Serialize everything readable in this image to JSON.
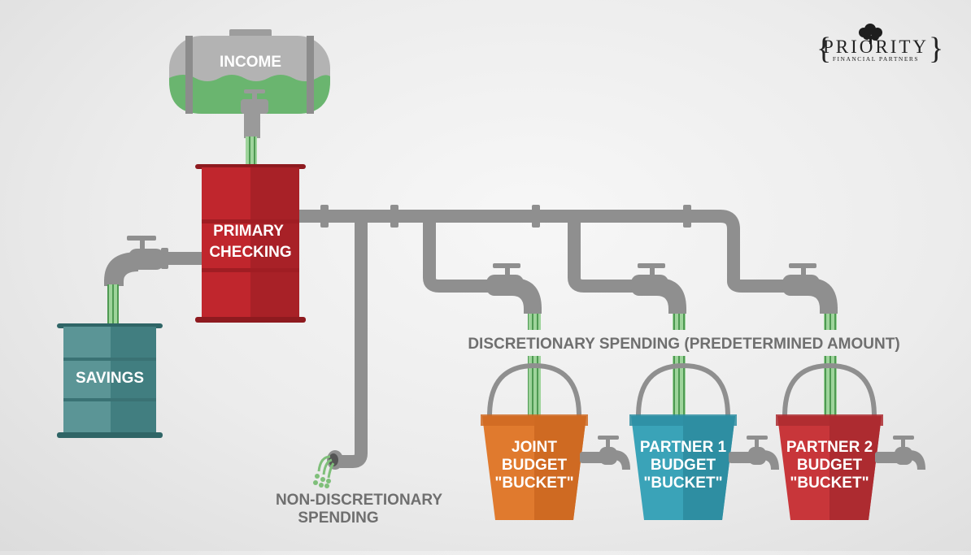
{
  "logo": {
    "name": "PRIORITY",
    "subtitle": "FINANCIAL PARTNERS"
  },
  "nodes": {
    "income": "INCOME",
    "primary_checking": [
      "PRIMARY",
      "CHECKING"
    ],
    "savings": "SAVINGS",
    "non_discretionary": [
      "NON-DISCRETIONARY",
      "SPENDING"
    ],
    "discretionary_label": "DISCRETIONARY SPENDING (PREDETERMINED AMOUNT)",
    "buckets": [
      {
        "lines": [
          "JOINT",
          "BUDGET",
          "\"BUCKET\""
        ],
        "color": "#e07a2e",
        "color_dark": "#cf6a22"
      },
      {
        "lines": [
          "PARTNER 1",
          "BUDGET",
          "\"BUCKET\""
        ],
        "color": "#3aa3b8",
        "color_dark": "#2e8ea2"
      },
      {
        "lines": [
          "PARTNER 2",
          "BUDGET",
          "\"BUCKET\""
        ],
        "color": "#c8363a",
        "color_dark": "#ad2b30"
      }
    ]
  },
  "colors": {
    "pipe": "#8f8f8f",
    "income_tank_top": "#a9a9a9",
    "income_liquid": "#6ab56f",
    "checking_red": "#c0262d",
    "savings_teal": "#4f8a8c",
    "money_green": "#5fae5f"
  }
}
